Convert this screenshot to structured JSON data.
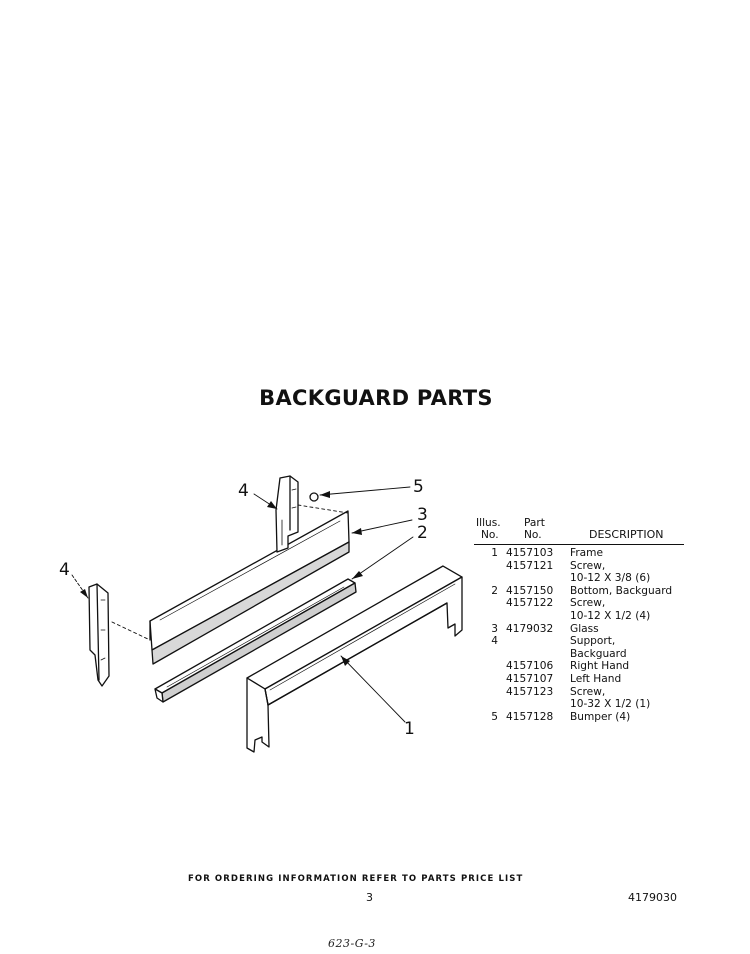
{
  "title": "BACKGUARD PARTS",
  "table": {
    "header": {
      "illus_line1": "Illus.",
      "illus_line2": "No.",
      "part_line1": "Part",
      "part_line2": "No.",
      "description": "DESCRIPTION"
    },
    "rows": [
      {
        "illus": "1",
        "part": "4157103",
        "description": "Frame"
      },
      {
        "illus": "",
        "part": "4157121",
        "description": "Screw,"
      },
      {
        "illus": "",
        "part": "",
        "description": "10-12 X 3/8 (6)"
      },
      {
        "illus": "2",
        "part": "4157150",
        "description": "Bottom, Backguard"
      },
      {
        "illus": "",
        "part": "4157122",
        "description": "Screw,"
      },
      {
        "illus": "",
        "part": "",
        "description": "10-12 X 1/2 (4)"
      },
      {
        "illus": "3",
        "part": "4179032",
        "description": "Glass"
      },
      {
        "illus": "4",
        "part": "",
        "description": "Support,"
      },
      {
        "illus": "",
        "part": "",
        "description": "Backguard"
      },
      {
        "illus": "",
        "part": "4157106",
        "description": "Right Hand"
      },
      {
        "illus": "",
        "part": "4157107",
        "description": "Left Hand"
      },
      {
        "illus": "",
        "part": "4157123",
        "description": "Screw,"
      },
      {
        "illus": "",
        "part": "",
        "description": "10-32 X 1/2 (1)"
      },
      {
        "illus": "5",
        "part": "4157128",
        "description": "Bumper (4)"
      }
    ]
  },
  "callouts": {
    "c1": "1",
    "c2": "2",
    "c3": "3",
    "c4_upper": "4",
    "c4_left": "4",
    "c5": "5"
  },
  "footer": {
    "ordering_note": "FOR ORDERING INFORMATION REFER TO PARTS PRICE LIST",
    "page_number": "3",
    "document_number": "4179030",
    "handwritten_note": "623-G-3"
  }
}
